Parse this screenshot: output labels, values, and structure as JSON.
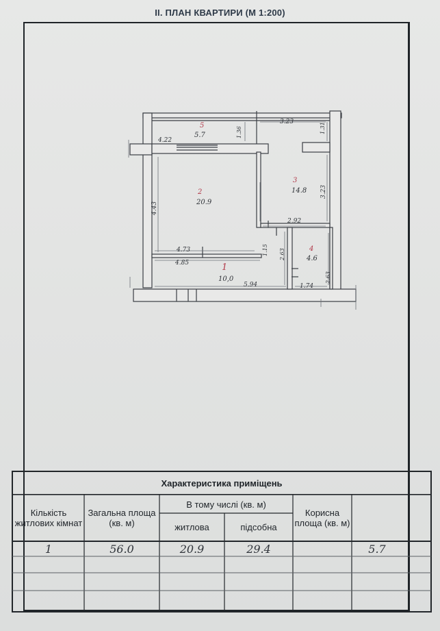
{
  "header": {
    "title": "II. ПЛАН КВАРТИРИ   (М 1:200)"
  },
  "rooms": [
    {
      "number": "1",
      "area": "10,0"
    },
    {
      "number": "2",
      "area": "20.9"
    },
    {
      "number": "3",
      "area": "14.8"
    },
    {
      "number": "4",
      "area": "4.6"
    },
    {
      "number": "5",
      "area": "5.7"
    }
  ],
  "dimensions": {
    "balcony_left": "4.22",
    "balcony_height": "1.36",
    "top_right_width": "3.23",
    "top_right_height": "1.31",
    "room2_height": "4.43",
    "room3_height": "3.23",
    "room3_bottom": "2.92",
    "room2_bottom": "4.73",
    "corridor_left": "4.85",
    "corridor_mid_v": "1.15",
    "bath_left_v": "2.63",
    "corridor_bottom": "5.94",
    "bath_bottom": "1.74",
    "bath_right_v": "2.63"
  },
  "table": {
    "title": "Характеристика приміщень",
    "headers": {
      "rooms_count": "Кількість житлових кімнат",
      "total_area": "Загальна площа (кв. м)",
      "including": "В тому числі (кв. м)",
      "living": "житлова",
      "auxiliary": "підсобна",
      "useful": "Корисна площа (кв. м)"
    },
    "row": {
      "rooms_count": "1",
      "total_area": "56.0",
      "living": "20.9",
      "auxiliary": "29.4",
      "useful": "",
      "extra": "5.7"
    }
  }
}
